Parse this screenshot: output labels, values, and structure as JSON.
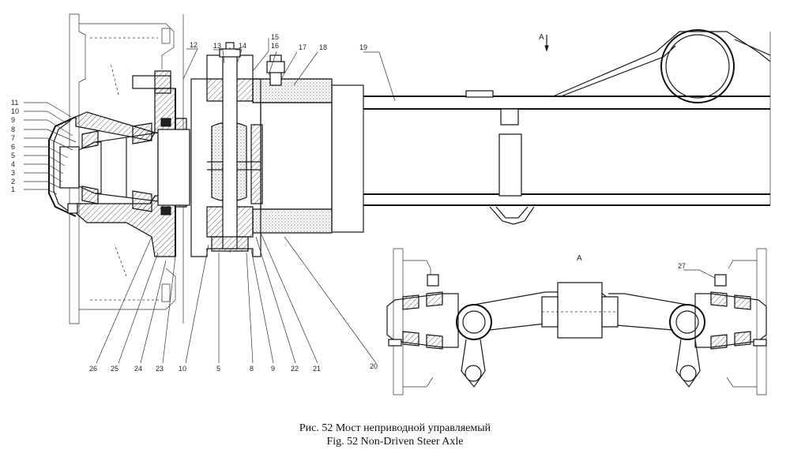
{
  "figure": {
    "caption_ru": "Рис. 52 Мост неприводной управляемый",
    "caption_en": "Fig. 52 Non-Driven Steer Axle"
  },
  "view_labels": {
    "section_arrow": "A",
    "view_title": "A"
  },
  "callouts": {
    "left_stack": [
      "11",
      "10",
      "9",
      "8",
      "7",
      "6",
      "5",
      "4",
      "3",
      "2",
      "1"
    ],
    "top": [
      "12",
      "13",
      "14",
      "15",
      "16",
      "17",
      "18",
      "19"
    ],
    "bottom": [
      "26",
      "25",
      "24",
      "23",
      "10",
      "5",
      "8",
      "9",
      "22",
      "21",
      "20"
    ],
    "view_a": [
      "27"
    ]
  },
  "colors": {
    "line": "#1a1a1a",
    "background": "#ffffff"
  }
}
